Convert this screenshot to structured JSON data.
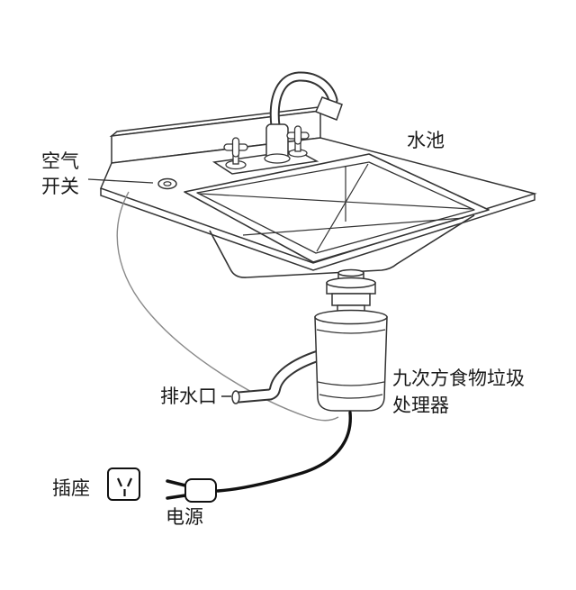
{
  "diagram": {
    "background": "#ffffff",
    "line_color": "#333333",
    "cord_color": "#111111",
    "wire_color": "#8a8a8a",
    "labels": {
      "air_switch_line1": "空气",
      "air_switch_line2": "开关",
      "sink": "水池",
      "drain_outlet": "排水口",
      "disposer_line1": "九次方食物垃圾",
      "disposer_line2": "处理器",
      "socket": "插座",
      "power": "电源"
    },
    "icons": {
      "socket": "five-hole-socket-icon",
      "plug": "two-prong-plug-icon",
      "air_switch": "air-switch-button-icon"
    }
  }
}
